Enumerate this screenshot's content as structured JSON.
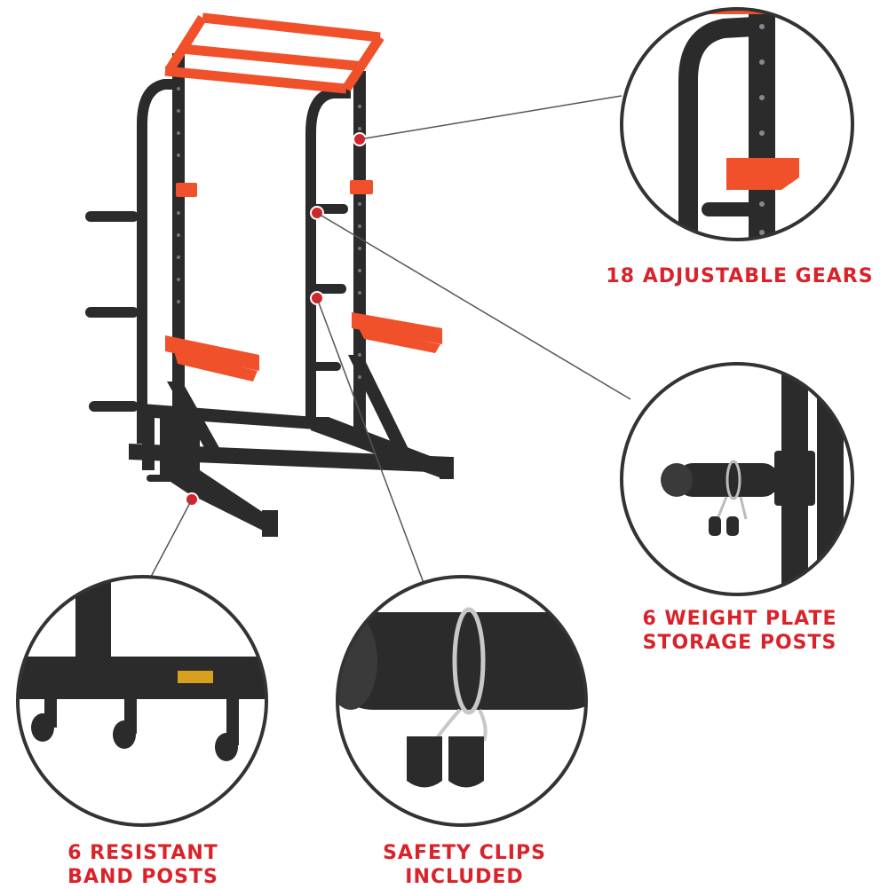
{
  "callouts": {
    "gears": {
      "lines": [
        "18 ADJUSTABLE GEARS"
      ]
    },
    "plate_posts": {
      "lines": [
        "6 WEIGHT PLATE",
        "STORAGE POSTS"
      ]
    },
    "band_posts": {
      "lines": [
        "6 RESISTANT",
        "BAND POSTS"
      ]
    },
    "safety_clips": {
      "lines": [
        "SAFETY CLIPS",
        "INCLUDED"
      ]
    }
  },
  "colors": {
    "accent": "#d9222a",
    "frame": "#2b2b2b",
    "orange": "#f0502a",
    "ring": "#333333",
    "leader_line": "#555555"
  }
}
